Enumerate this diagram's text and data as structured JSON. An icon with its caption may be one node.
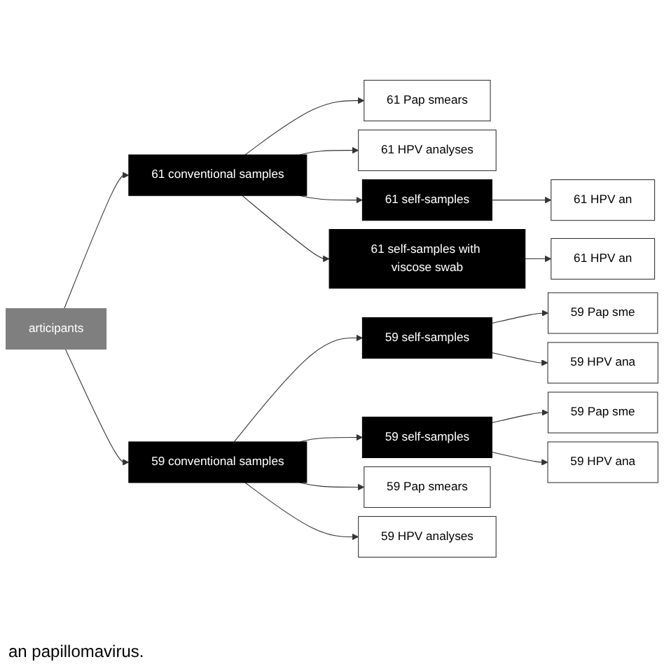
{
  "diagram": {
    "nodes": [
      {
        "text": [
          "articipants"
        ]
      },
      {
        "text": [
          "61 Pap smears"
        ]
      },
      {
        "text": [
          "61 HPV analyses"
        ]
      },
      {
        "text": [
          "61 conventional samples"
        ]
      },
      {
        "text": [
          "61 self-samples"
        ]
      },
      {
        "text": [
          "61 HPV an"
        ]
      },
      {
        "text": [
          "61 self-samples with viscose swab"
        ]
      },
      {
        "text": [
          "61 HPV an"
        ]
      },
      {
        "text": [
          "59 conventional samples"
        ]
      },
      {
        "text": [
          "59 self-samples"
        ]
      },
      {
        "text": [
          "59 Pap sme"
        ]
      },
      {
        "text": [
          "59 HPV ana"
        ]
      },
      {
        "text": [
          "59 self-samples"
        ]
      },
      {
        "text": [
          "59 Pap sme"
        ]
      },
      {
        "text": [
          "59 HPV ana"
        ]
      },
      {
        "text": [
          "59 Pap smears"
        ]
      },
      {
        "text": [
          "59 HPV analyses"
        ]
      }
    ],
    "edges": [
      {
        "from": 0,
        "to": 3,
        "arrow": "to"
      },
      {
        "from": 0,
        "to": 8,
        "arrow": "to"
      },
      {
        "from": 3,
        "to": 1,
        "arrow": "to"
      },
      {
        "from": 3,
        "to": 2,
        "arrow": "to"
      },
      {
        "from": 3,
        "to": 4,
        "arrow": "to"
      },
      {
        "from": 3,
        "to": 6,
        "arrow": "to"
      },
      {
        "from": 4,
        "to": 5,
        "arrow": "to"
      },
      {
        "from": 6,
        "to": 7,
        "arrow": "to"
      },
      {
        "from": 8,
        "to": 9,
        "arrow": "to"
      },
      {
        "from": 8,
        "to": 12,
        "arrow": "to"
      },
      {
        "from": 8,
        "to": 15,
        "arrow": "to"
      },
      {
        "from": 8,
        "to": 16,
        "arrow": "to"
      },
      {
        "from": 9,
        "to": 10,
        "arrow": "to"
      },
      {
        "from": 9,
        "to": 11,
        "arrow": "to"
      },
      {
        "from": 12,
        "to": 13,
        "arrow": "to"
      },
      {
        "from": 12,
        "to": 14,
        "arrow": "to"
      }
    ],
    "labels": [
      "an papillomavirus."
    ]
  }
}
